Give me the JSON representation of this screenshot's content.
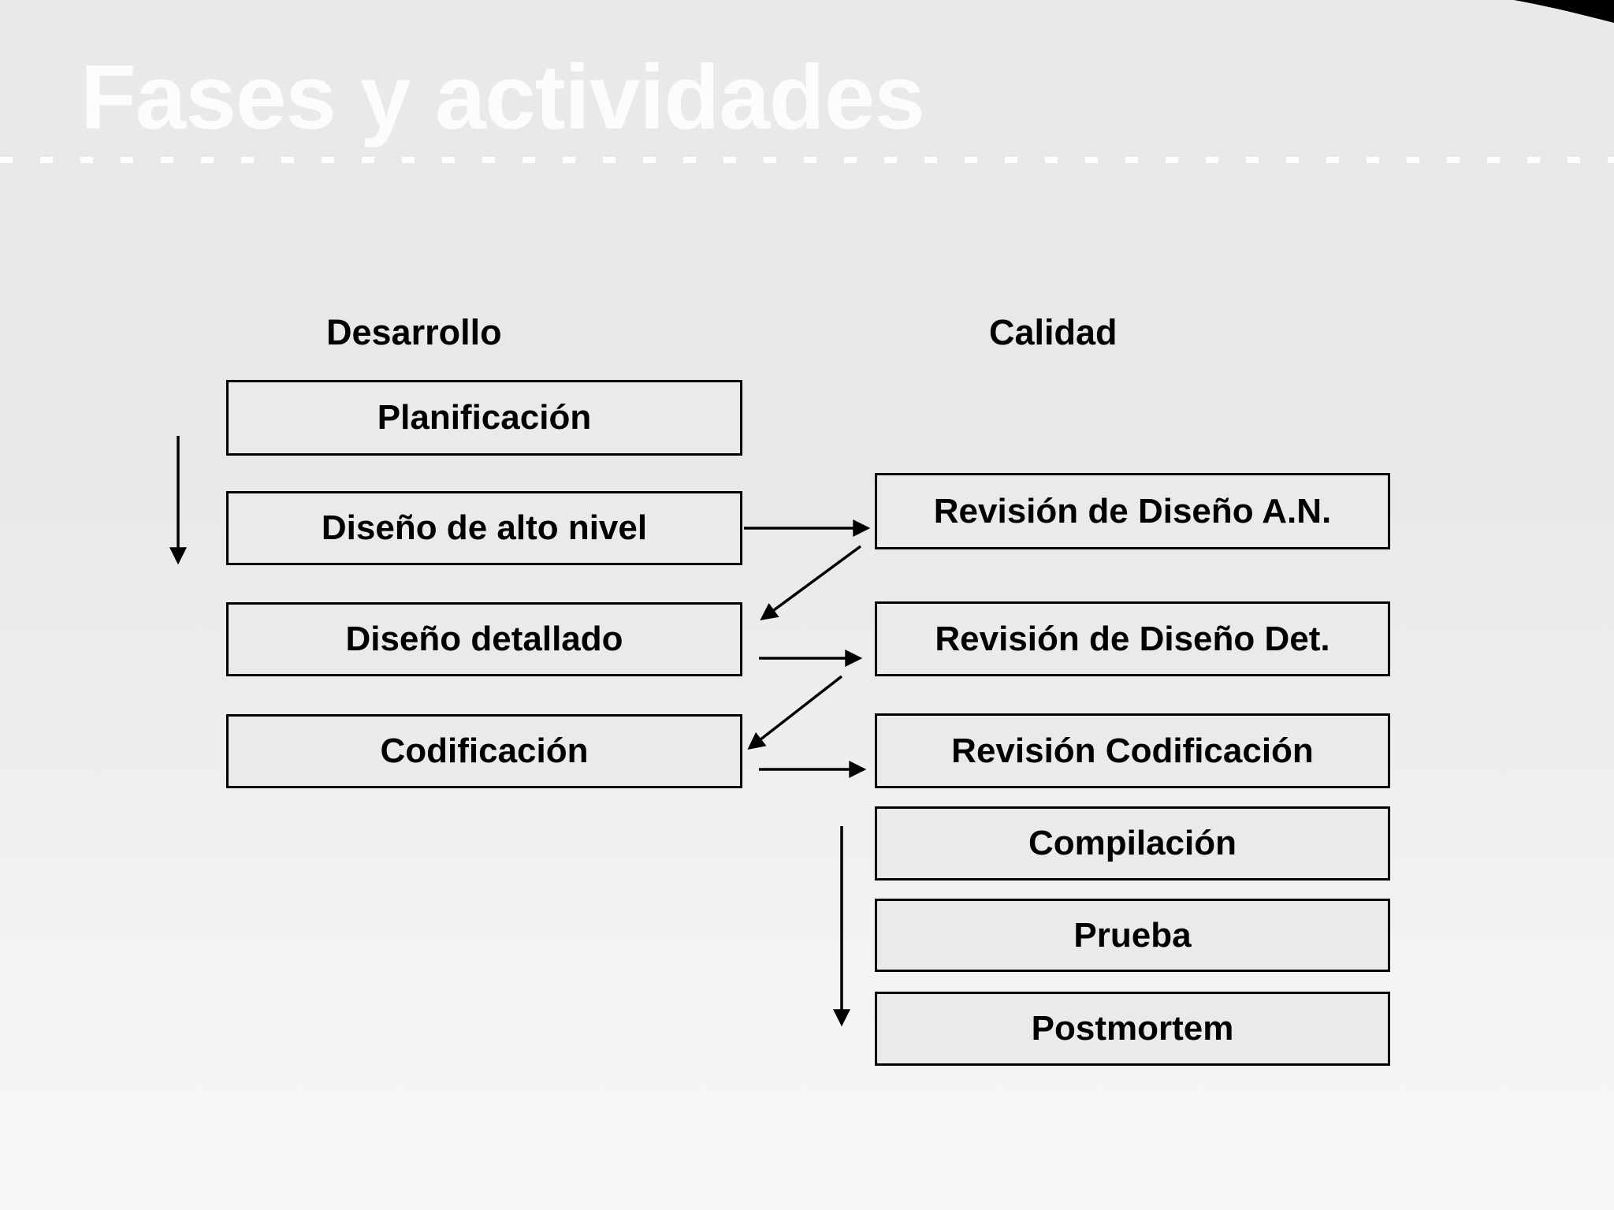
{
  "slide": {
    "title": "Fases y actividades"
  },
  "columns": {
    "development": {
      "label": "Desarrollo",
      "boxes": [
        "Planificación",
        "Diseño de alto nivel",
        "Diseño detallado",
        "Codificación"
      ]
    },
    "quality": {
      "label": "Calidad",
      "boxes": [
        "Revisión de Diseño A.N.",
        "Revisión de Diseño Det.",
        "Revisión Codificación",
        "Compilación",
        "Prueba",
        "Postmortem"
      ]
    }
  },
  "arrows": [
    {
      "name": "development-flow-down",
      "from": "Planificación",
      "to": "Diseño detallado",
      "direction": "down"
    },
    {
      "name": "alto-nivel-to-revision-an",
      "from": "Diseño de alto nivel",
      "to": "Revisión de Diseño A.N.",
      "direction": "right"
    },
    {
      "name": "revision-an-to-diseno-detallado",
      "from": "Revisión de Diseño A.N.",
      "to": "Diseño detallado",
      "direction": "down-left"
    },
    {
      "name": "diseno-detallado-to-revision-det",
      "from": "Diseño detallado",
      "to": "Revisión de Diseño Det.",
      "direction": "right"
    },
    {
      "name": "revision-det-to-codificacion",
      "from": "Revisión de Diseño Det.",
      "to": "Codificación",
      "direction": "down-left"
    },
    {
      "name": "codificacion-to-revision-codificacion",
      "from": "Codificación",
      "to": "Revisión Codificación",
      "direction": "right"
    },
    {
      "name": "quality-flow-down",
      "from": "Revisión Codificación",
      "to": "Postmortem",
      "direction": "down"
    }
  ],
  "colors": {
    "background_top": "#e9e9e9",
    "background_bottom": "#f6f6f6",
    "title_text": "#fcfcfc",
    "box_fill": "#eaeaea",
    "box_border": "#000000",
    "arrow": "#000000",
    "corner_wedge": "#000000",
    "dashed_divider": "#ffffff"
  }
}
